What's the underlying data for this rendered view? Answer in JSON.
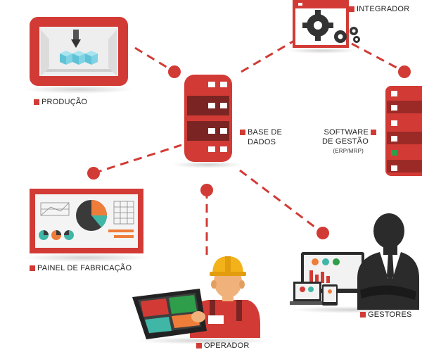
{
  "colors": {
    "accent": "#d23b35",
    "dark_red": "#9b2a27",
    "server_dark": "#7a2523",
    "orange": "#ef7d3a",
    "teal": "#3fb6a6",
    "cube": "#7fd3e4",
    "helmet": "#f3b21a",
    "skin": "#f0b27a",
    "suit": "#2b2b2b",
    "grey": "#e7e7e7",
    "green": "#2e9e4a"
  },
  "labels": {
    "producao": "PRODUÇÃO",
    "integrador": "INTEGRADOR",
    "base_line1": "BASE DE",
    "base_line2": "DADOS",
    "software_line1": "SOFTWARE",
    "software_line2": "DE GESTÃO",
    "software_sub": "(ERP/MRP)",
    "painel": "PAINEL DE FABRICAÇÃO",
    "gestores": "GESTORES",
    "operador": "OPERADOR"
  },
  "icons": {
    "printer": "3d-printer-icon",
    "integrator": "gears-window-icon",
    "database": "database-server-icon",
    "erp": "server-rack-icon",
    "panel": "dashboard-monitor-icon",
    "managers": "manager-devices-icon",
    "operator": "operator-tablet-icon"
  }
}
